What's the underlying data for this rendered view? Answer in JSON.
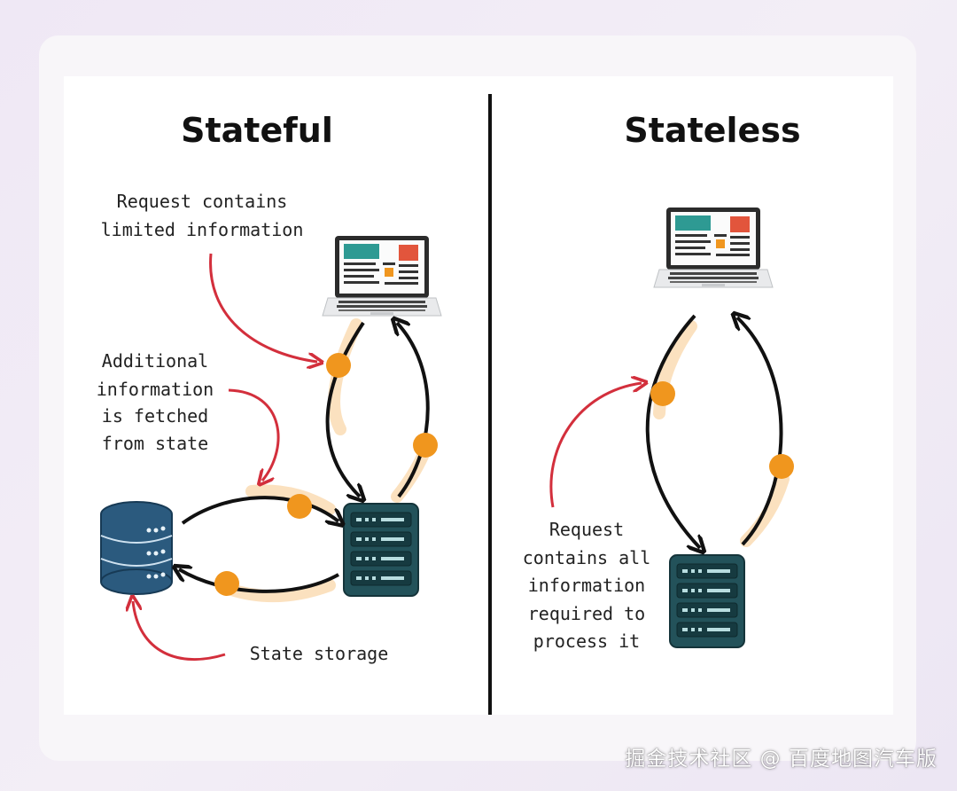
{
  "left": {
    "title": "Stateful",
    "request_note": [
      "Request contains",
      "limited information"
    ],
    "fetch_note": [
      "Additional",
      "information",
      "is fetched",
      "from state"
    ],
    "storage_label": "State storage"
  },
  "right": {
    "title": "Stateless",
    "request_note": [
      "Request",
      "contains all",
      "information",
      "required to",
      "process it"
    ]
  },
  "watermark": "掘金技术社区 @ 百度地图汽车版",
  "colors": {
    "arrow": "#111111",
    "pointer": "#d32f3c",
    "dot": "#f0961e",
    "glow": "#f7c98a",
    "server": "#23525a",
    "database": "#2b5a7e",
    "screen_teal": "#2e9a93",
    "screen_red": "#e2553c"
  }
}
